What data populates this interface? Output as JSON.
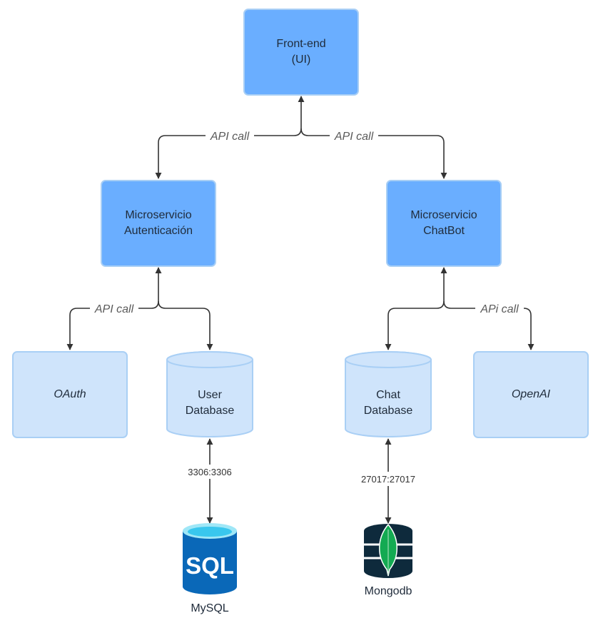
{
  "nodes": {
    "frontend": {
      "line1": "Front-end",
      "line2": "(UI)"
    },
    "auth_service": {
      "line1": "Microservicio",
      "line2": "Autenticación"
    },
    "chatbot_service": {
      "line1": "Microservicio",
      "line2": "ChatBot"
    },
    "oauth": {
      "label": "OAuth"
    },
    "user_db": {
      "line1": "User",
      "line2": "Database"
    },
    "chat_db": {
      "line1": "Chat",
      "line2": "Database"
    },
    "openai": {
      "label": "OpenAI"
    },
    "mysql": {
      "icon_text": "SQL",
      "label": "MySQL"
    },
    "mongodb": {
      "label": "Mongodb"
    }
  },
  "edges": {
    "frontend_auth": "API call",
    "frontend_chatbot": "API call",
    "auth_oauth": "API call",
    "chatbot_openai": "APi call",
    "userdb_mysql": "3306:3306",
    "chatdb_mongodb": "27017:27017"
  },
  "colors": {
    "primary_box": "#6aaeff",
    "primary_border": "#a9cff5",
    "secondary_box": "#cfe4fb",
    "secondary_border": "#a9cff5",
    "line": "#333333",
    "mysql_blue": "#0a68b8",
    "mysql_cyan": "#39c7ee",
    "mongo_dark": "#0e2a3c",
    "mongo_green": "#13aa52"
  },
  "icons": {
    "mysql": "sql-database-icon",
    "mongodb": "mongodb-leaf-icon"
  }
}
